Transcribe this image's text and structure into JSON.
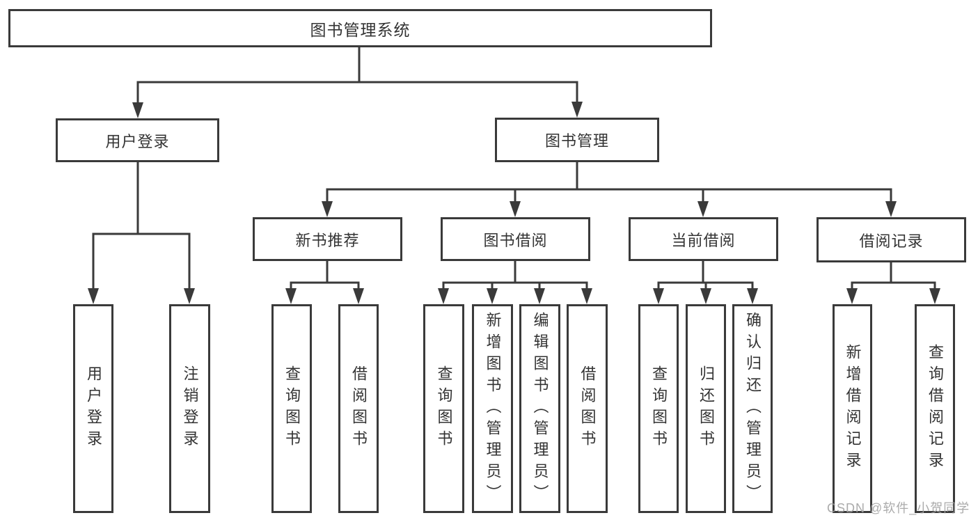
{
  "colors": {
    "line": "#3a3a3a",
    "text": "#333333",
    "box_background": "#ffffff",
    "watermark": "#a2a2a2"
  },
  "tree": {
    "label": "图书管理系统",
    "children": [
      {
        "label": "用户登录",
        "children": [
          {
            "label": "用户登录"
          },
          {
            "label": "注销登录"
          }
        ]
      },
      {
        "label": "图书管理",
        "children": [
          {
            "label": "新书推荐",
            "children": [
              {
                "label": "查询图书"
              },
              {
                "label": "借阅图书"
              }
            ]
          },
          {
            "label": "图书借阅",
            "children": [
              {
                "label": "查询图书"
              },
              {
                "label": "新增图书（管理员）"
              },
              {
                "label": "编辑图书（管理员）"
              },
              {
                "label": "借阅图书"
              }
            ]
          },
          {
            "label": "当前借阅",
            "children": [
              {
                "label": "查询图书"
              },
              {
                "label": "归还图书"
              },
              {
                "label": "确认归还（管理员）"
              }
            ]
          },
          {
            "label": "借阅记录",
            "children": [
              {
                "label": "新增借阅记录"
              },
              {
                "label": "查询借阅记录"
              }
            ]
          }
        ]
      }
    ]
  },
  "watermark": {
    "text": "CSDN @软件_小贺同学"
  }
}
